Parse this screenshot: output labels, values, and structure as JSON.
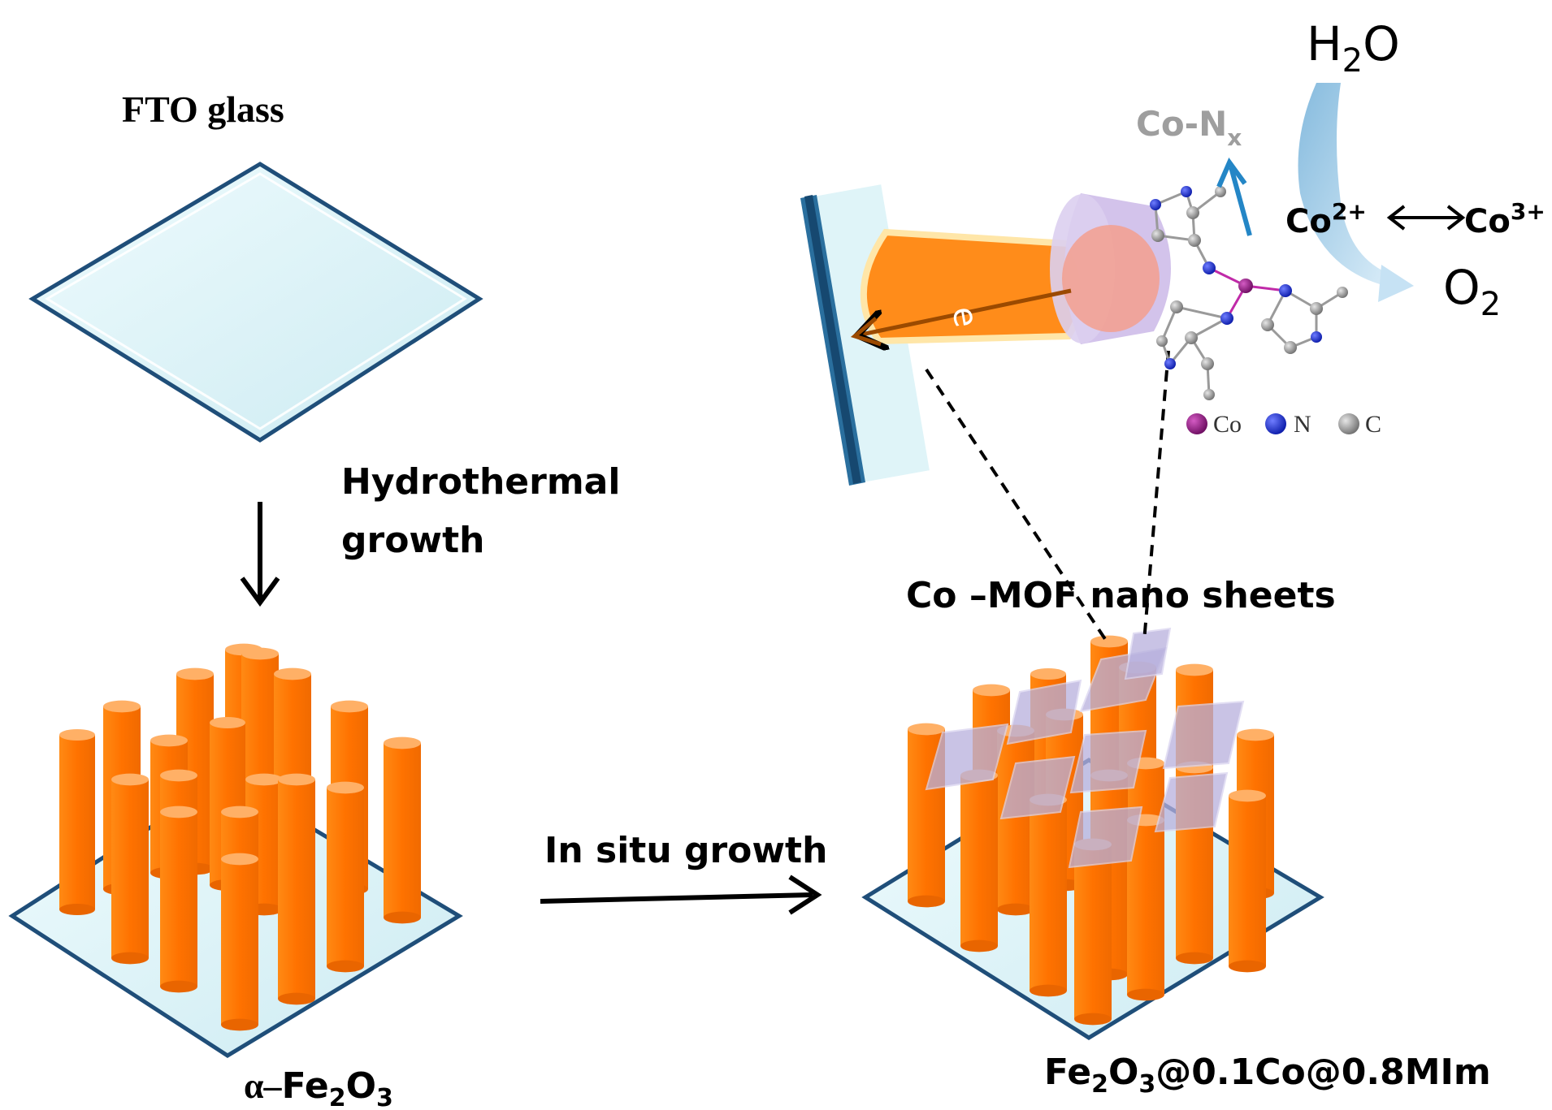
{
  "labels": {
    "fto_glass": "FTO glass",
    "hydrothermal_line1": "Hydrothermal",
    "hydrothermal_line2": "growth",
    "alpha_prefix": "α–",
    "fe": "Fe",
    "fe_sub": "2",
    "o": "O",
    "o_sub": "3",
    "in_situ": "In situ growth",
    "co_mof": "Co –MOF nano sheets",
    "product_fe": "Fe",
    "product_fe_sub": "2",
    "product_o": "O",
    "product_o_sub": "3",
    "product_rest": "@0.1Co@0.8MIm",
    "h2o_h": "H",
    "h2o_sub": "2",
    "h2o_o": "O",
    "o2_o": "O",
    "o2_sub": "2",
    "co_nx": "Co-N",
    "co_nx_sub": "x",
    "co2": "Co",
    "co2_sup": "2+",
    "co3": "Co",
    "co3_sup": "3+",
    "electron": "e",
    "legend_co": "Co",
    "legend_n": "N",
    "legend_c": "C"
  },
  "colors": {
    "rod": "#ff7a00",
    "rod_top": "#ffb066",
    "glass_fill": "#dff4f8",
    "glass_edge": "#1f4e79",
    "sheet": "#b7b0dd",
    "cobalt_atom": "#8b1a7d",
    "nitrogen_atom": "#1428c8",
    "carbon_atom": "#8a8a8a",
    "flow_arrow": "#a9d3ee",
    "axis_arrow": "#2486c6",
    "co_nx_text": "#9e9e9e"
  }
}
